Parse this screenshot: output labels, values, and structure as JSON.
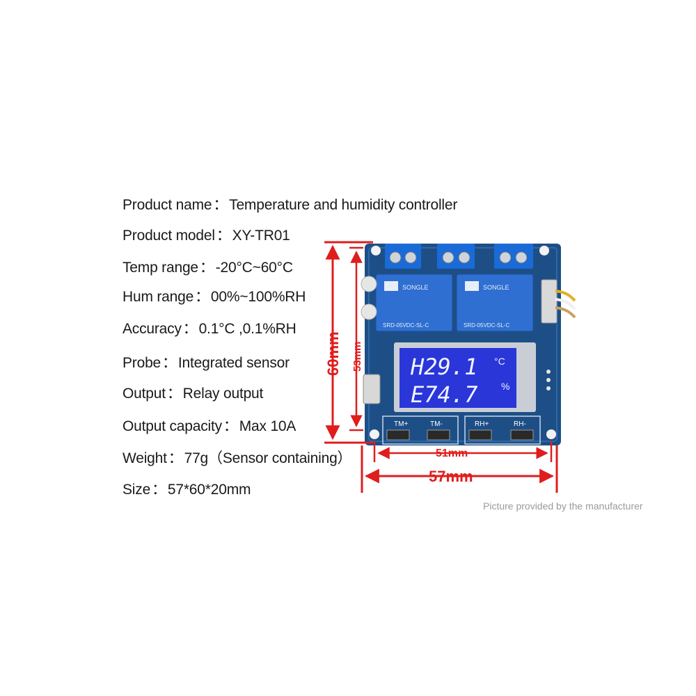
{
  "specs": [
    {
      "label": "Product name",
      "value": "Temperature and humidity controller"
    },
    {
      "label": "Product model",
      "value": "XY-TR01"
    },
    {
      "label": "Temp range",
      "value": "-20°C~60°C"
    },
    {
      "label": "Hum range",
      "value": "00%~100%RH"
    },
    {
      "label": "Accuracy",
      "value": "0.1°C  ,0.1%RH"
    },
    {
      "label": "Probe",
      "value": "Integrated sensor"
    },
    {
      "label": "Output",
      "value": "Relay output"
    },
    {
      "label": "Output capacity",
      "value": "Max 10A"
    },
    {
      "label": "Weight",
      "value": "77g（Sensor containing）"
    },
    {
      "label": "Size",
      "value": "57*60*20mm"
    }
  ],
  "separator": "：",
  "credit": "Picture provided by the manufacturer",
  "dimensions": {
    "height_outer": "60mm",
    "height_inner": "53mm",
    "width_inner": "51mm",
    "width_outer": "57mm"
  },
  "display": {
    "line1": "H29.1",
    "unit1": "°C",
    "line2": "E74.7",
    "unit2": "%"
  },
  "buttons": [
    "TM+",
    "TM-",
    "RH+",
    "RH-"
  ],
  "relay_brand": "SONGLE",
  "relay_model": "SRD-05VDC-SL-C",
  "colors": {
    "dimension_red": "#e01d1d",
    "pcb_blue": "#1d4f86",
    "lcd_blue": "#2a36d8",
    "relay_blue": "#2f6fd1"
  }
}
